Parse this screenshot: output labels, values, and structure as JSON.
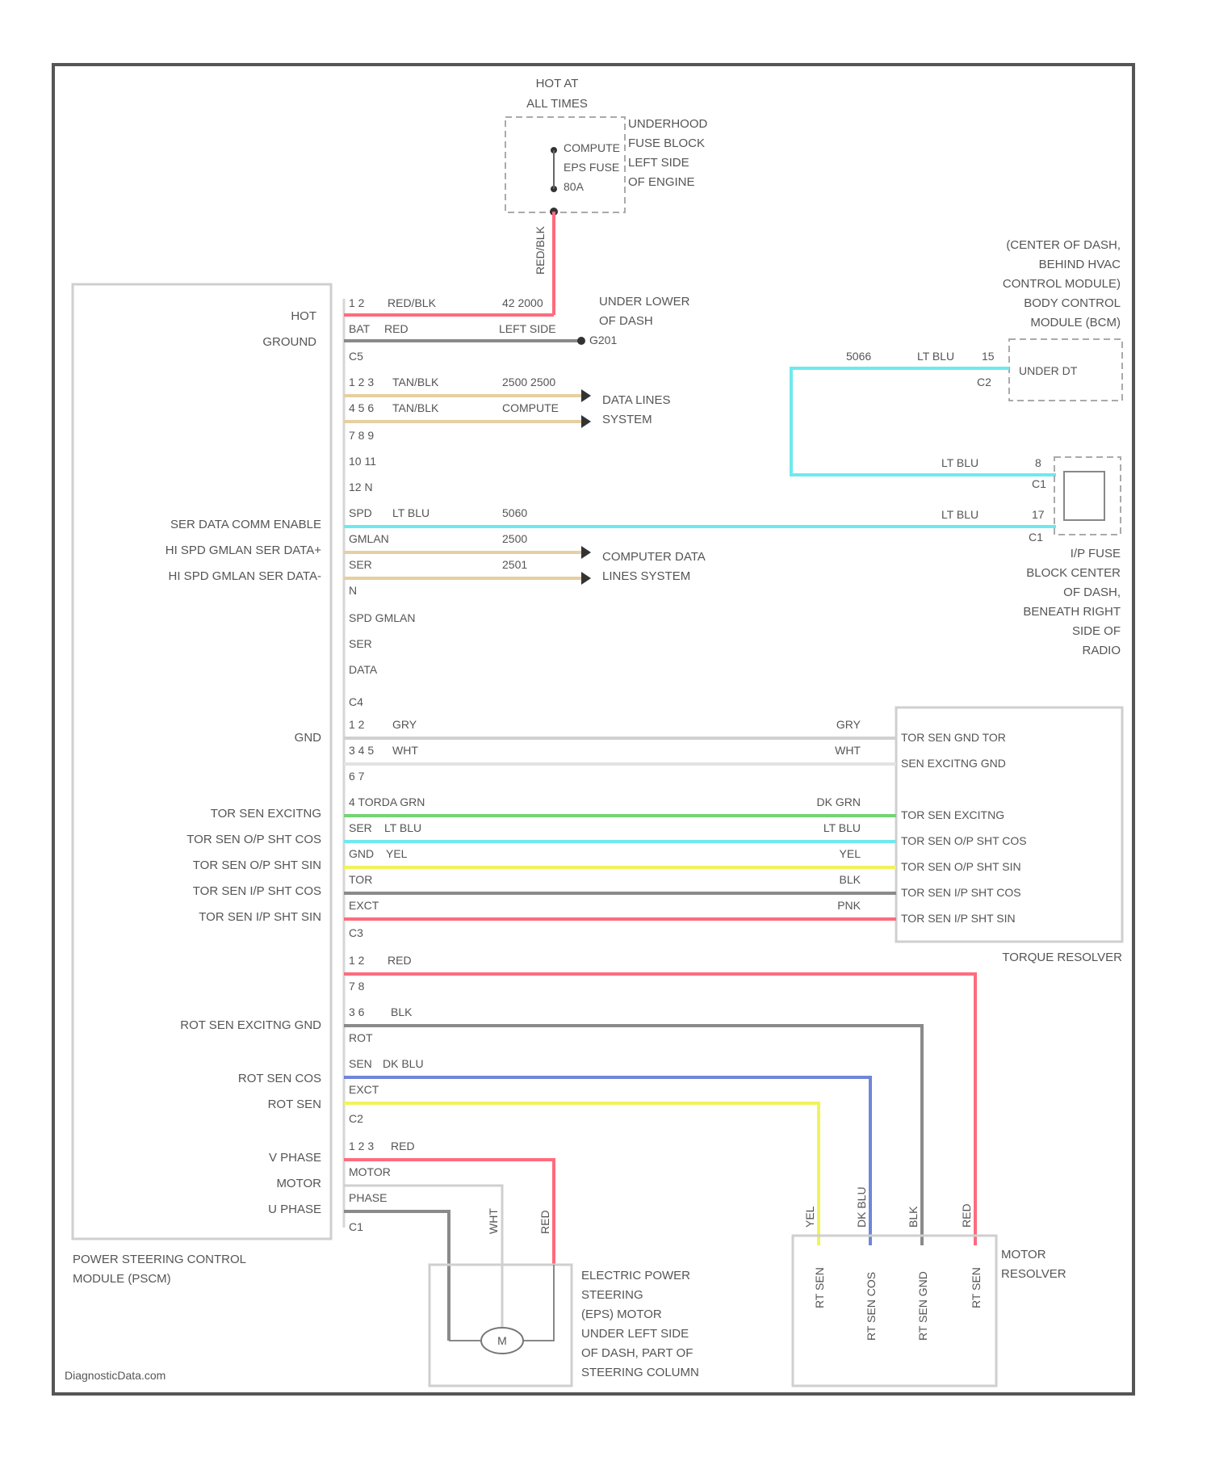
{
  "source": "DiagnosticData.com",
  "colors": {
    "red": "#ff6b7d",
    "gray": "#8a8a8a",
    "lightgray": "#d0d0d0",
    "tan": "#e6cfa0",
    "ltblu": "#6fe9ee",
    "grn": "#72d472",
    "yel": "#f2f25a",
    "blu": "#6f86d8",
    "box": "#cfcfcf"
  },
  "top": {
    "hot_at_all_times": [
      "HOT AT",
      "ALL TIMES"
    ],
    "fuse": [
      "COMPUTE",
      "EPS FUSE",
      "80A"
    ],
    "fuse_block": [
      "UNDERHOOD",
      "FUSE BLOCK",
      "LEFT SIDE",
      "OF ENGINE"
    ],
    "wire_vertical": "RED/BLK",
    "ground_loc": [
      "UNDER LOWER",
      "OF DASH"
    ],
    "ground_id": "G201"
  },
  "pscm": {
    "pins_left": [
      "HOT",
      "GROUND"
    ],
    "label": [
      "POWER STEERING CONTROL",
      "MODULE (PSCM)"
    ],
    "data_labels": [
      "SER DATA COMM ENABLE",
      "HI SPD GMLAN SER DATA+",
      "HI SPD GMLAN SER DATA-"
    ],
    "c4_labels": [
      "GND",
      "TOR SEN EXCITNG",
      "TOR SEN O/P SHT COS",
      "TOR SEN O/P SHT SIN",
      "TOR SEN I/P SHT COS",
      "TOR SEN I/P SHT SIN"
    ],
    "c2_labels": [
      "ROT SEN EXCITNG GND",
      "ROT SEN COS",
      "ROT SEN"
    ],
    "c1_labels": [
      "V PHASE",
      "MOTOR",
      "U PHASE"
    ]
  },
  "pins": {
    "c5_1": "1 2",
    "c5_1_color": "RED/BLK",
    "c5_1_num": "42 2000",
    "c5_2a": "BAT",
    "c5_2b": "RED",
    "c5_2_mid": "LEFT SIDE",
    "c5": "C5",
    "d1": "1 2 3",
    "d1_color": "TAN/BLK",
    "d1_num": "2500 2500",
    "d2": "4 5 6",
    "d2_color": "TAN/BLK",
    "d2_mid": "COMPUTE",
    "d3": "7 8 9",
    "d4": "10 11",
    "d5": "12 N",
    "s1": "SPD",
    "s1_color": "LT BLU",
    "s1_num": "5060",
    "s2a": "GMLAN",
    "s2_num": "2500",
    "s3a": "SER",
    "s3_num": "2501",
    "p_n": "N",
    "spd_gmlan": "SPD GMLAN",
    "ser": "SER",
    "data": "DATA",
    "c4": "C4",
    "g1": "1 2",
    "g1_color": "GRY",
    "g2": "3 4 5",
    "g2_color": "WHT",
    "g3": "6 7",
    "t1": "4 TORDA GRN",
    "t2": "SER",
    "t2_color": "LT BLU",
    "t3": "GND",
    "t3_color": "YEL",
    "t4": "TOR",
    "t5": "EXCT",
    "c3": "C3",
    "r1": "1 2",
    "r1_color": "RED",
    "r2": "7 8",
    "r3": "3 6",
    "r3_color": "BLK",
    "r4": "ROT",
    "r5": "SEN",
    "r5_color": "DK BLU",
    "r6": "EXCT",
    "c2": "C2",
    "m1": "1 2 3",
    "m1_color": "RED",
    "m2": "MOTOR",
    "m3": "PHASE",
    "c1": "C1"
  },
  "right_wire_labels": {
    "gry": "GRY",
    "wht": "WHT",
    "dkgrn": "DK GRN",
    "ltblu": "LT BLU",
    "yel": "YEL",
    "blk": "BLK",
    "pnk": "PNK"
  },
  "bcm": {
    "label": [
      "(CENTER OF DASH,",
      "BEHIND HVAC",
      "CONTROL MODULE)",
      "BODY CONTROL",
      "MODULE (BCM)"
    ],
    "inner": "UNDER DT",
    "wire_num": "5066",
    "wire_color": "LT BLU",
    "pin": "15",
    "conn": "C2"
  },
  "ip_fuse": {
    "label": [
      "I/P FUSE",
      "BLOCK CENTER",
      "OF DASH,",
      "BENEATH RIGHT",
      "SIDE OF",
      "RADIO"
    ],
    "pin_top": "8",
    "pin_bot": "17",
    "conn_top": "C1",
    "conn_bot": "C1",
    "color_top": "LT BLU",
    "color_bot": "LT BLU"
  },
  "data_lines": {
    "label1": [
      "DATA LINES",
      "SYSTEM"
    ],
    "label2": [
      "COMPUTER DATA",
      "LINES SYSTEM"
    ]
  },
  "torque_resolver": {
    "pins": [
      "TOR SEN GND TOR",
      "SEN EXCITNG GND",
      "TOR SEN EXCITNG",
      "TOR SEN O/P SHT COS",
      "TOR SEN O/P SHT SIN",
      "TOR SEN I/P SHT COS",
      "TOR SEN I/P SHT SIN"
    ],
    "label": "TORQUE RESOLVER"
  },
  "motor_resolver": {
    "pins": [
      "RT SEN",
      "RT SEN COS",
      "RT SEN GND",
      "RT SEN"
    ],
    "wire_labels": [
      "YEL",
      "DK BLU",
      "BLK",
      "RED"
    ],
    "label": [
      "MOTOR",
      "RESOLVER"
    ]
  },
  "eps_motor": {
    "symbol": "M",
    "wire_labels": [
      "WHT",
      "RED"
    ],
    "label": [
      "ELECTRIC POWER",
      "STEERING",
      "(EPS) MOTOR",
      "UNDER LEFT SIDE",
      "OF DASH, PART OF",
      "STEERING COLUMN"
    ]
  }
}
